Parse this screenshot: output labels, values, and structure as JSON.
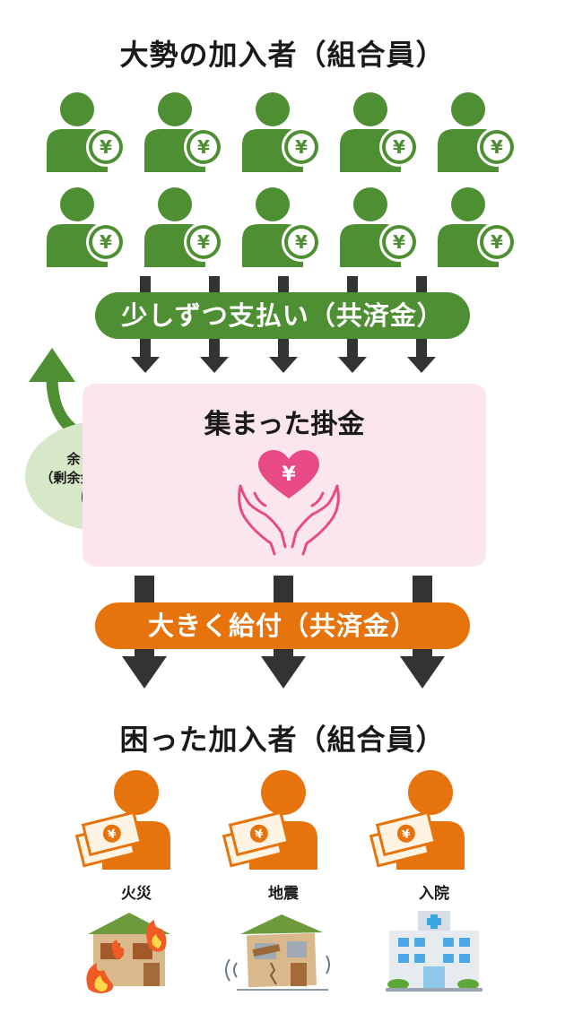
{
  "top_title": "大勢の加入者（組合員）",
  "contributors": {
    "icon": "person-with-yen-icon",
    "color": "#4e8f34",
    "count": 10
  },
  "contribution_band": {
    "label": "少しずつ支払い（共済金）",
    "color": "#4e8f34"
  },
  "pool": {
    "title": "集まった掛金",
    "icon": "heart-yen-in-hands-icon",
    "background": "#fce6ee",
    "accent": "#e84a83"
  },
  "refund_bubble": {
    "lines": [
      "余った掛金",
      "（剰余金）は加入者",
      "に還元"
    ],
    "color": "#d7e8c8"
  },
  "benefit_band": {
    "label": "大きく給付（共済金）",
    "color": "#e7730c"
  },
  "bottom_title": "困った加入者（組合員）",
  "recipients": [
    {
      "label": "火災",
      "illustration": "burning-house-icon"
    },
    {
      "label": "地震",
      "illustration": "earthquake-house-icon"
    },
    {
      "label": "入院",
      "illustration": "hospital-icon"
    }
  ]
}
